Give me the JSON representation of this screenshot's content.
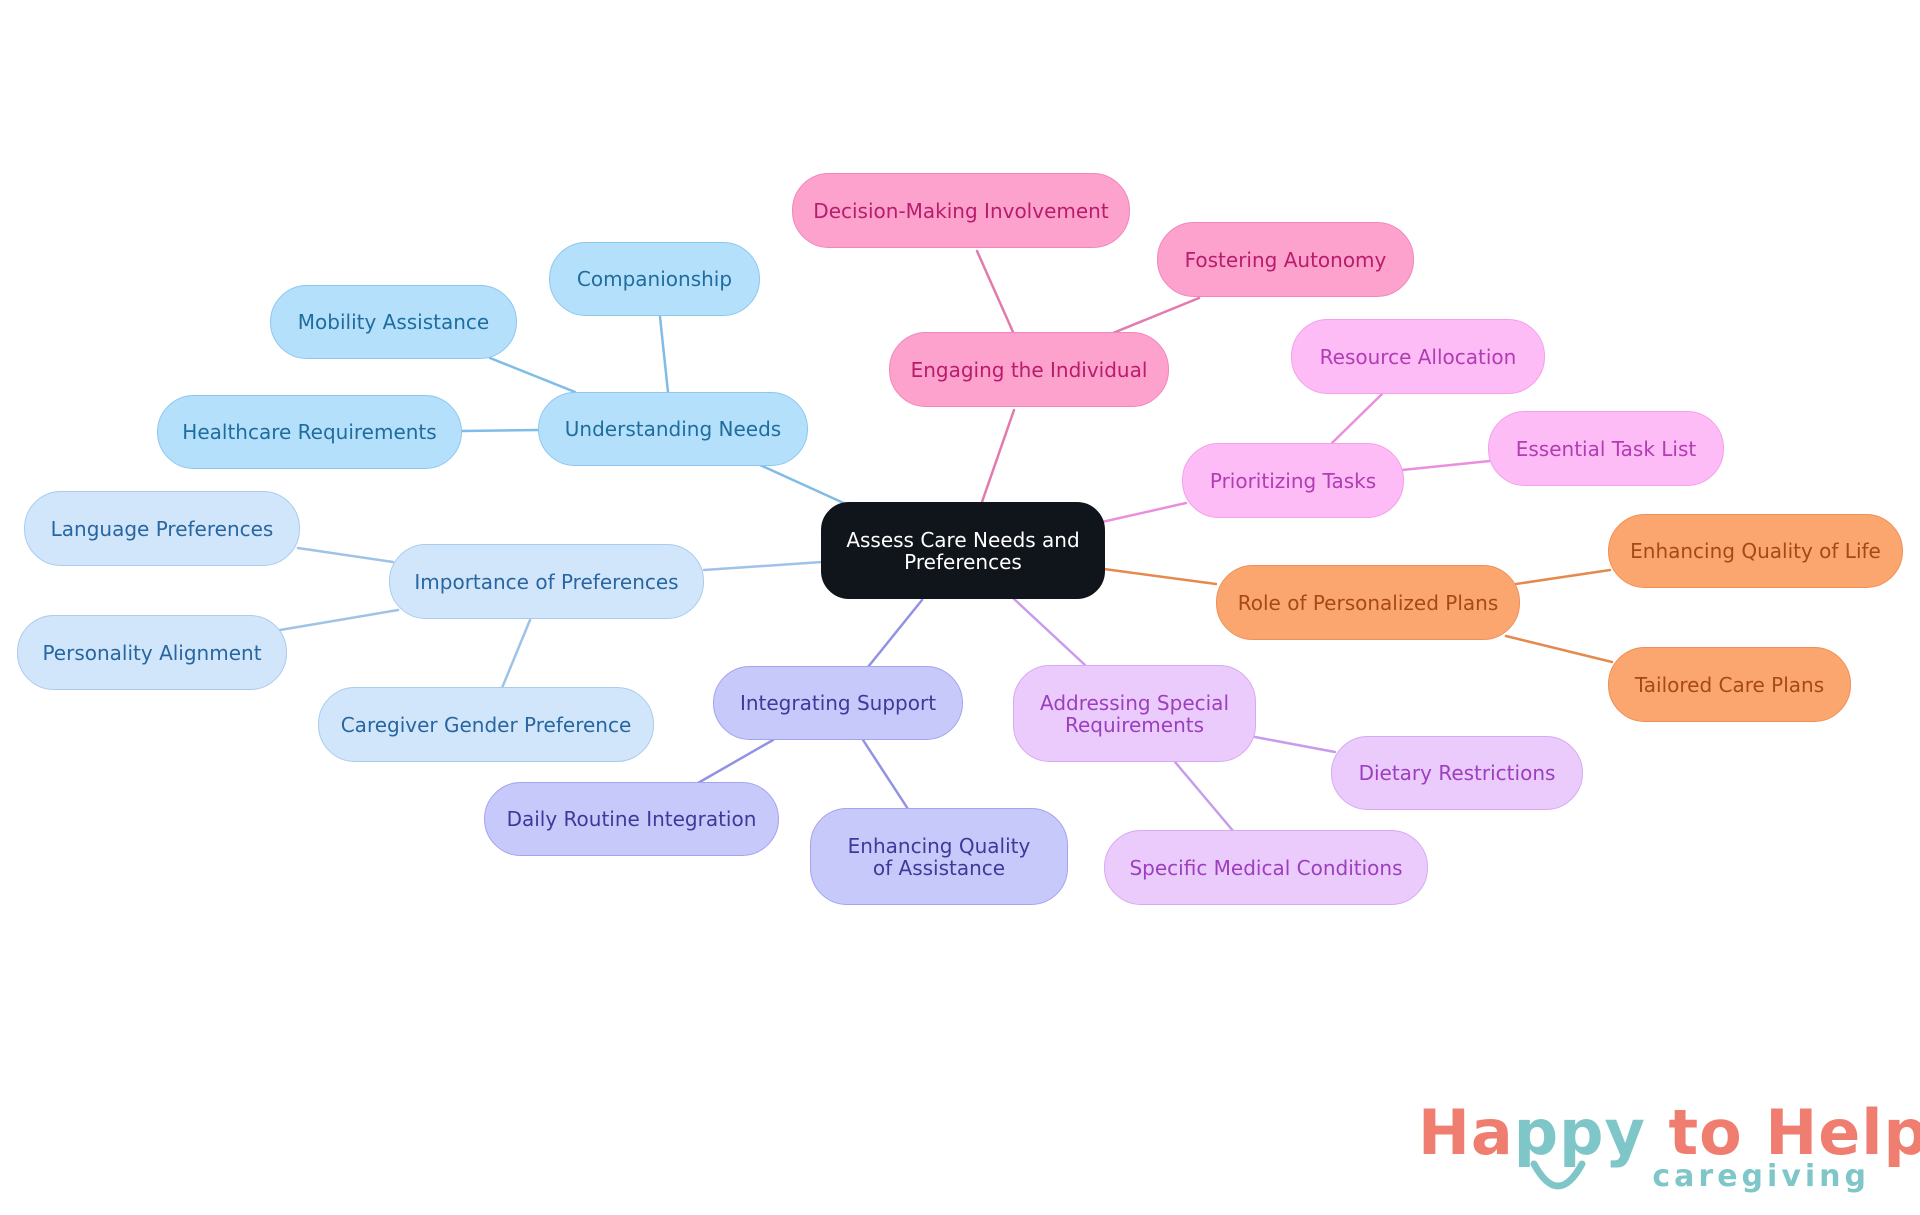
{
  "diagram": {
    "root": "Assess Care Needs and Preferences",
    "branches": {
      "understanding": {
        "label": "Understanding Needs",
        "children": [
          "Companionship",
          "Mobility Assistance",
          "Healthcare Requirements"
        ]
      },
      "preferences": {
        "label": "Importance of Preferences",
        "children": [
          "Language Preferences",
          "Personality Alignment",
          "Caregiver Gender Preference"
        ]
      },
      "integrating": {
        "label": "Integrating Support",
        "children": [
          "Daily Routine Integration",
          "Enhancing Quality of Assistance"
        ]
      },
      "special": {
        "label": "Addressing Special Requirements",
        "children": [
          "Dietary Restrictions",
          "Specific Medical Conditions"
        ]
      },
      "personalized": {
        "label": "Role of Personalized Plans",
        "children": [
          "Enhancing Quality of Life",
          "Tailored Care Plans"
        ]
      },
      "prioritizing": {
        "label": "Prioritizing Tasks",
        "children": [
          "Resource Allocation",
          "Essential Task List"
        ]
      },
      "engaging": {
        "label": "Engaging the Individual",
        "children": [
          "Decision-Making Involvement",
          "Fostering Autonomy"
        ]
      }
    }
  },
  "branch_colors": {
    "understanding": "#b5e0fb",
    "preferences": "#d2e6fb",
    "integrating": "#c8c9fb",
    "special": "#ebcbfb",
    "personalized": "#fca66f",
    "prioritizing": "#fdbcf6",
    "engaging": "#fda2cd",
    "root": "#10141b"
  },
  "logo": {
    "title_a": "Ha",
    "title_b": "ppy",
    "title_c": " to Help",
    "subtitle": "caregiving"
  }
}
